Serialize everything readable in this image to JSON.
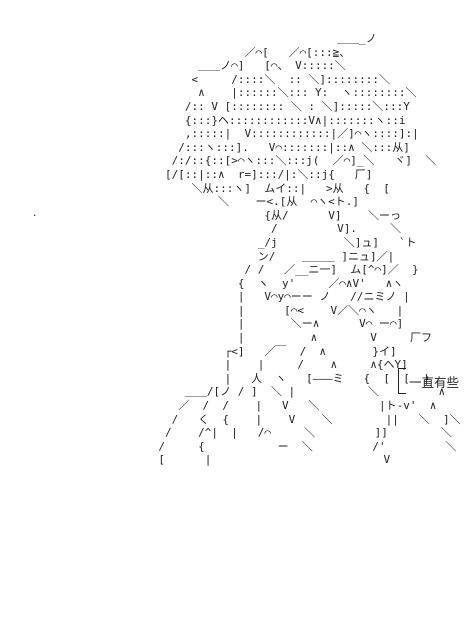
{
  "art": {
    "lines": [
      "                                  ＿＿_ノ",
      "                    ／⌒[   ／⌒[:::≧、",
      "             ＿＿ノ⌒]   [⌒、 V:::::＼",
      "            <     /::::＼  :: ＼]::::::::＼",
      "             ∧    |::::::＼::: Y:  ヽ::::::::＼",
      "           /:: V [:::::::: ＼ : ＼]:::::＼:::Y",
      "           {:::}ヘ::::::::::::V∧|:::::::ヽ::i",
      "           ,:::::|  V::::::::::::|／]⌒ヽ::::]:|",
      "          /:::ヽ:::].   V⌒:::::::|::∧ ＼:::从]",
      "         /:/::{::[>⌒ヽ:::＼:::j(  ／⌒]_＼   ヾ]  ＼",
      "        [/[::|::∧  r=]:::/|:＼::j{   厂]",
      "            ＼从:::ヽ]  ムイ::|   >从   {  [",
      "                ＼    ー<.[从  ⌒ヽ<ト.]",
      "                       {从/      V]    ＼ーっ",
      "                        /         V].     ＼",
      "                      _/j          ＼]ュ]   `ト",
      "                      ン/    ＿＿＿ ]ニュ]／|",
      "                    / /   ／__ニ一]  ム[^⌒]／  }",
      "                   {  ヽ  y'     ／⌒∧V'   ∧ヽ",
      "                   |   V⌒y⌒ーー ノ   //ニミノ |",
      "                   |      [⌒<    V／＼⌒ヽ   |",
      "                   |       ＼ー∧      V⌒ ー⌒]",
      "                   |          ∧        V     厂フ",
      "                 ┌<]   ／￣  /  ∧       }イ]",
      "                 |    |     /    ∧     ∧{ヘY]",
      "                 |   人  ヽ   [―――ミ   {  [  [  |",
      "           ＿＿/[ノ / ]  ＼ |           ＼         ∧",
      "          ／  /  /    |   V   ＼         |ト-v'  ∧",
      "         /   く  {    |    V    ＼        ||   ＼  ]＼",
      "        /    /^|  |   /⌒     ＼         ]]        ＼  ＼",
      "       /     {           ー  ＼         /'         ＼   ＼",
      "       [      |                          V            }   ]"
    ]
  },
  "caption": {
    "text": "一直有些"
  },
  "stray_mark": "."
}
